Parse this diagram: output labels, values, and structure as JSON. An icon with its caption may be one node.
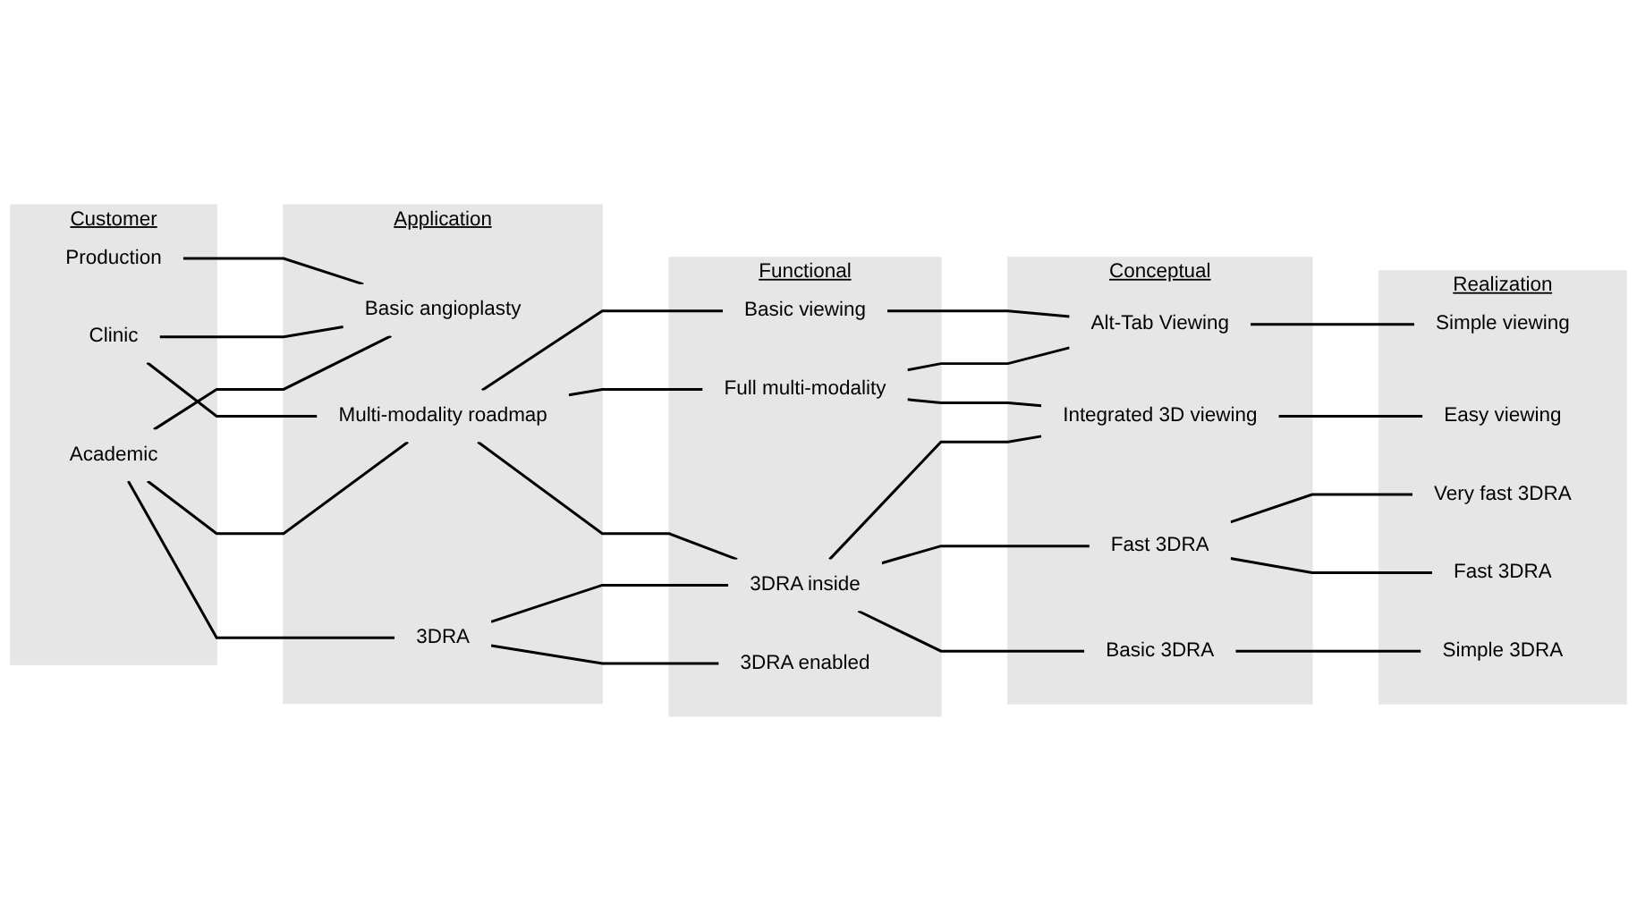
{
  "diagram": {
    "nodes": [
      {
        "text": [
          "Customer"
        ]
      },
      {
        "text": [
          "Production"
        ],
        "in": 0
      },
      {
        "text": [
          "Clinic"
        ],
        "in": 0
      },
      {
        "text": [
          "Academic"
        ],
        "in": 0
      },
      {
        "text": [
          "Application"
        ]
      },
      {
        "text": [
          "Basic angioplasty"
        ],
        "in": 4
      },
      {
        "text": [
          "Multi-modality roadmap"
        ],
        "in": 4
      },
      {
        "text": [
          "3DRA"
        ],
        "in": 4
      },
      {
        "text": [
          "Functional"
        ]
      },
      {
        "text": [
          "Basic viewing"
        ],
        "in": 8
      },
      {
        "text": [
          "Full multi-modality"
        ],
        "in": 8
      },
      {
        "text": [
          "3DRA inside"
        ],
        "in": 8
      },
      {
        "text": [
          "3DRA enabled"
        ],
        "in": 8
      },
      {
        "text": [
          "Conceptual"
        ]
      },
      {
        "text": [
          "Alt-Tab Viewing"
        ],
        "in": 13
      },
      {
        "text": [
          "Integrated 3D viewing"
        ],
        "in": 13
      },
      {
        "text": [
          "Fast 3DRA"
        ],
        "in": 13
      },
      {
        "text": [
          "Basic 3DRA"
        ],
        "in": 13
      },
      {
        "text": [
          "Realization"
        ]
      },
      {
        "text": [
          "Simple viewing"
        ],
        "in": 18
      },
      {
        "text": [
          "Easy viewing"
        ],
        "in": 18
      },
      {
        "text": [
          "Very fast 3DRA"
        ],
        "in": 18
      },
      {
        "text": [
          "Fast 3DRA"
        ],
        "in": 18
      },
      {
        "text": [
          "Simple 3DRA"
        ],
        "in": 18
      }
    ],
    "edges": [
      {
        "from": 1,
        "to": 5,
        "arrow": "none"
      },
      {
        "from": 2,
        "to": 5,
        "arrow": "none"
      },
      {
        "from": 2,
        "to": 6,
        "arrow": "none"
      },
      {
        "from": 3,
        "to": 5,
        "arrow": "none"
      },
      {
        "from": 3,
        "to": 6,
        "arrow": "none"
      },
      {
        "from": 3,
        "to": 7,
        "arrow": "none"
      },
      {
        "from": 6,
        "to": 9,
        "arrow": "none"
      },
      {
        "from": 6,
        "to": 10,
        "arrow": "none"
      },
      {
        "from": 6,
        "to": 11,
        "arrow": "none"
      },
      {
        "from": 7,
        "to": 11,
        "arrow": "none"
      },
      {
        "from": 7,
        "to": 12,
        "arrow": "none"
      },
      {
        "from": 9,
        "to": 14,
        "arrow": "none"
      },
      {
        "from": 10,
        "to": 14,
        "arrow": "none"
      },
      {
        "from": 10,
        "to": 15,
        "arrow": "none"
      },
      {
        "from": 11,
        "to": 15,
        "arrow": "none"
      },
      {
        "from": 11,
        "to": 16,
        "arrow": "none"
      },
      {
        "from": 11,
        "to": 17,
        "arrow": "none"
      },
      {
        "from": 14,
        "to": 19,
        "arrow": "none"
      },
      {
        "from": 15,
        "to": 20,
        "arrow": "none"
      },
      {
        "from": 16,
        "to": 21,
        "arrow": "none"
      },
      {
        "from": 16,
        "to": 22,
        "arrow": "none"
      },
      {
        "from": 17,
        "to": 23,
        "arrow": "none"
      }
    ]
  }
}
